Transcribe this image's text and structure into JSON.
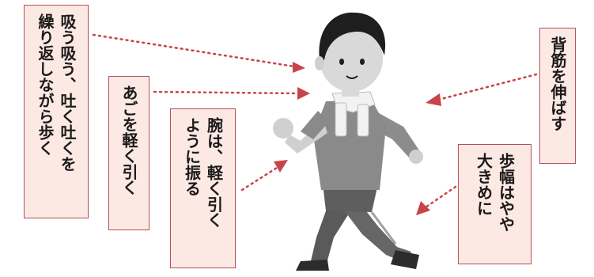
{
  "callouts": {
    "breath": {
      "line1": "吸う吸う、吐く吐くを",
      "line2": "繰り返しながら歩く"
    },
    "chin": {
      "line1": "あごを軽く引く"
    },
    "arm": {
      "line1": "腕は、軽く引く",
      "line2": "ように振る"
    },
    "back": {
      "line1": "背筋を伸ばす"
    },
    "stride": {
      "line1": "歩幅はやや",
      "line2": "大きめに"
    }
  },
  "colors": {
    "box_fill": "#fde9e3",
    "box_border": "#b3505a",
    "pointer": "#c9434a"
  }
}
